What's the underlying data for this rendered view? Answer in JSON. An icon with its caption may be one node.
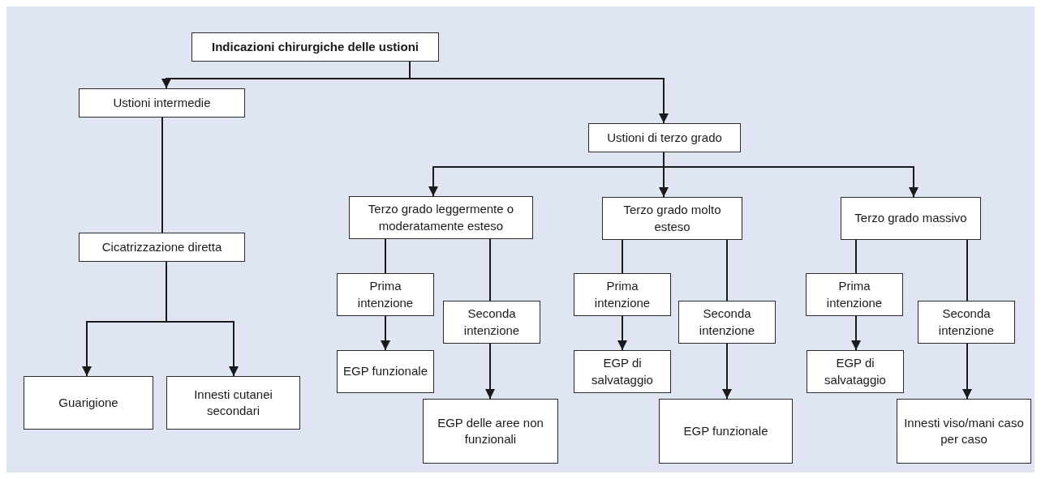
{
  "diagram": {
    "nodes": [
      {
        "text": [
          "Indicazioni chirurgiche delle ustioni"
        ]
      },
      {
        "text": [
          "Ustioni intermedie"
        ]
      },
      {
        "text": [
          "Ustioni di terzo grado"
        ]
      },
      {
        "text": [
          "Cicatrizzazione diretta"
        ]
      },
      {
        "text": [
          "Guarigione"
        ]
      },
      {
        "text": [
          "Innesti cutanei secondari"
        ]
      },
      {
        "text": [
          "Terzo grado leggermente o moderatamente esteso"
        ]
      },
      {
        "text": [
          "Terzo grado molto esteso"
        ]
      },
      {
        "text": [
          "Terzo grado massivo"
        ]
      },
      {
        "text": [
          "Prima intenzione"
        ]
      },
      {
        "text": [
          "Seconda intenzione"
        ]
      },
      {
        "text": [
          "EGP funzionale"
        ]
      },
      {
        "text": [
          "EGP delle aree non funzionali"
        ]
      },
      {
        "text": [
          "Prima intenzione"
        ]
      },
      {
        "text": [
          "Seconda intenzione"
        ]
      },
      {
        "text": [
          "EGP di salvataggio"
        ]
      },
      {
        "text": [
          "EGP funzionale"
        ]
      },
      {
        "text": [
          "Prima intenzione"
        ]
      },
      {
        "text": [
          "Seconda intenzione"
        ]
      },
      {
        "text": [
          "EGP di salvataggio"
        ]
      },
      {
        "text": [
          "Innesti viso/mani caso per caso"
        ]
      }
    ],
    "edges": [
      {
        "from": 0,
        "to": 1,
        "arrow": "to"
      },
      {
        "from": 0,
        "to": 2,
        "arrow": "to"
      },
      {
        "from": 1,
        "to": 3,
        "arrow": "none"
      },
      {
        "from": 3,
        "to": 4,
        "arrow": "to"
      },
      {
        "from": 3,
        "to": 5,
        "arrow": "to"
      },
      {
        "from": 2,
        "to": 6,
        "arrow": "to"
      },
      {
        "from": 2,
        "to": 7,
        "arrow": "to"
      },
      {
        "from": 2,
        "to": 8,
        "arrow": "to"
      },
      {
        "from": 6,
        "to": 9,
        "arrow": "none"
      },
      {
        "from": 6,
        "to": 10,
        "arrow": "none"
      },
      {
        "from": 9,
        "to": 11,
        "arrow": "to"
      },
      {
        "from": 10,
        "to": 12,
        "arrow": "to"
      },
      {
        "from": 7,
        "to": 13,
        "arrow": "none"
      },
      {
        "from": 7,
        "to": 14,
        "arrow": "none"
      },
      {
        "from": 13,
        "to": 15,
        "arrow": "to"
      },
      {
        "from": 14,
        "to": 16,
        "arrow": "to"
      },
      {
        "from": 8,
        "to": 17,
        "arrow": "none"
      },
      {
        "from": 8,
        "to": 18,
        "arrow": "none"
      },
      {
        "from": 17,
        "to": 19,
        "arrow": "to"
      },
      {
        "from": 18,
        "to": 20,
        "arrow": "to"
      }
    ]
  }
}
